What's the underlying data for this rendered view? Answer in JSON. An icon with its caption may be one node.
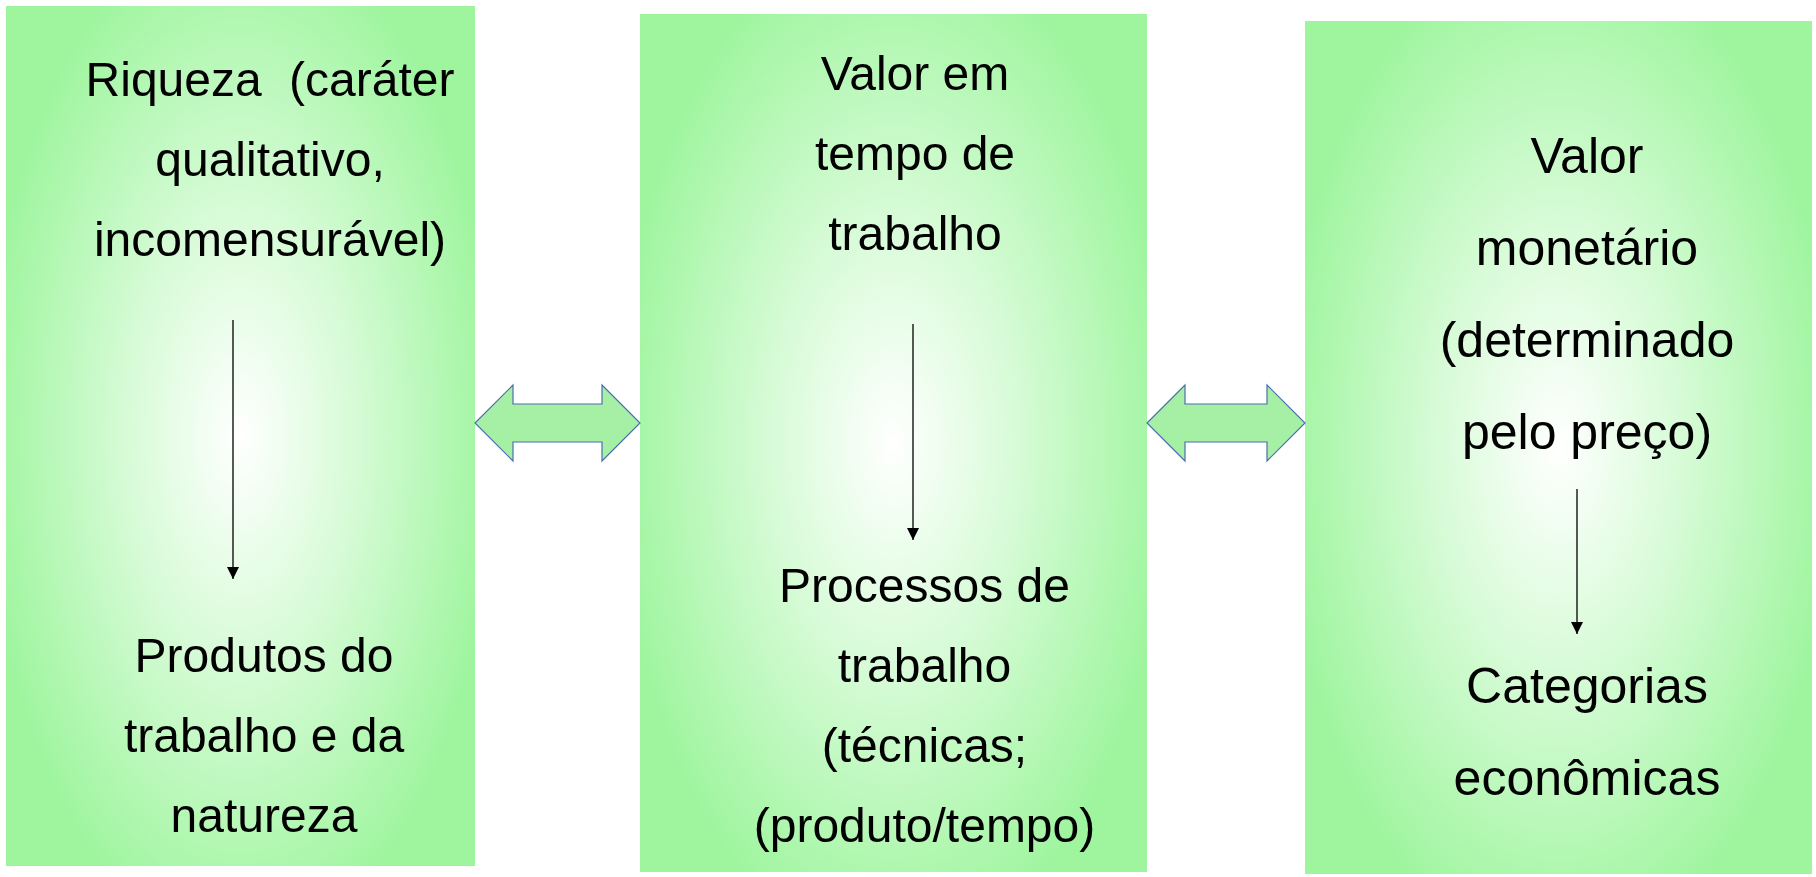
{
  "diagram": {
    "nodes": [
      {
        "text": [],
        "shape": "box"
      },
      {
        "text": [
          "Riqueza (caráter qualitativo, incomensurável)"
        ],
        "in": 0
      },
      {
        "text": [
          "Produtos do trabalho e da natureza"
        ],
        "in": 0
      },
      {
        "text": [],
        "shape": "box"
      },
      {
        "text": [
          "Valor em tempo de trabalho"
        ],
        "in": 3
      },
      {
        "text": [
          "Processos de trabalho (técnicas; (produto/tempo)"
        ],
        "in": 3
      },
      {
        "text": [],
        "shape": "box"
      },
      {
        "text": [
          "Valor monetário (determinado pelo preço)"
        ],
        "in": 6
      },
      {
        "text": [
          "Categorias econômicas"
        ],
        "in": 6
      }
    ],
    "edges": [
      {
        "from": 1,
        "to": 2,
        "arrow": "to"
      },
      {
        "from": 0,
        "to": 3,
        "arrow": "both",
        "style": "thick",
        "color": "#a6f0a6"
      },
      {
        "from": 4,
        "to": 5,
        "arrow": "to"
      },
      {
        "from": 3,
        "to": 6,
        "arrow": "both",
        "style": "thick",
        "color": "#a6f0a6"
      },
      {
        "from": 7,
        "to": 8,
        "arrow": "to"
      }
    ]
  }
}
